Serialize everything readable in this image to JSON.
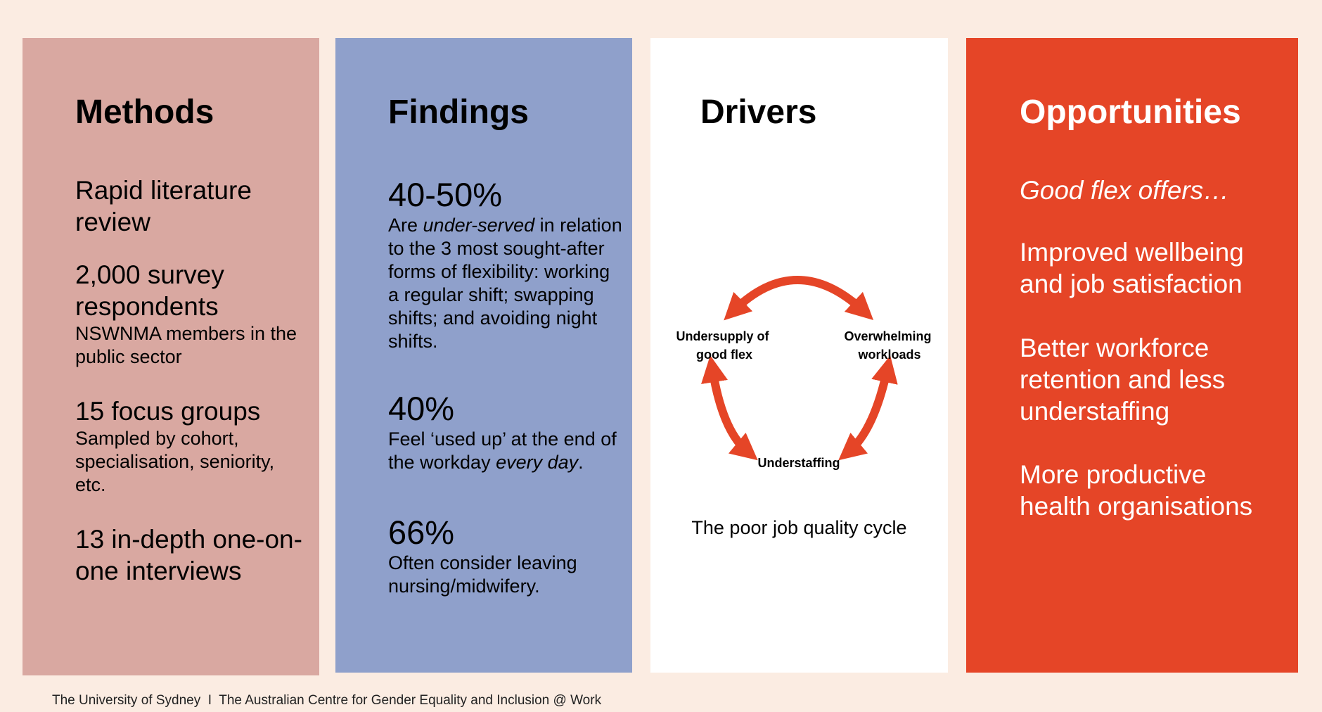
{
  "methods": {
    "title": "Methods",
    "items": [
      {
        "heading": "Rapid literature review",
        "detail": ""
      },
      {
        "heading": "2,000 survey respondents",
        "detail": "NSWNMA members in the public sector"
      },
      {
        "heading": "15 focus groups",
        "detail": "Sampled by cohort, specialisation, seniority, etc."
      },
      {
        "heading": "13 in-depth one-on-one interviews",
        "detail": ""
      }
    ]
  },
  "findings": {
    "title": "Findings",
    "stats": [
      {
        "value": "40-50%",
        "text_before": "Are ",
        "text_em": "under-served",
        "text_after": " in relation to the 3 most sought-after forms of flexibility: working a regular shift; swapping shifts; and avoiding night shifts."
      },
      {
        "value": "40%",
        "text_before": "Feel ‘used up’ at the end of the workday ",
        "text_em": "every day",
        "text_after": "."
      },
      {
        "value": "66%",
        "text_before": "Often consider leaving nursing/midwifery.",
        "text_em": "",
        "text_after": ""
      }
    ]
  },
  "drivers": {
    "title": "Drivers",
    "nodes": {
      "left_line1": "Undersupply of",
      "left_line2": "good flex",
      "right_line1": "Overwhelming",
      "right_line2": "workloads",
      "bottom": "Understaffing"
    },
    "caption": "The poor job quality cycle",
    "arrow_color": "#e54527"
  },
  "opportunities": {
    "title": "Opportunities",
    "intro": "Good flex offers…",
    "items": [
      "Improved wellbeing and job satisfaction",
      "Better workforce retention and less understaffing",
      "More productive health organisations"
    ]
  },
  "footer": {
    "text": "The University of Sydney  I  The Australian Centre for Gender Equality and Inclusion @ Work"
  },
  "colors": {
    "background": "#fbece2",
    "methods": "#d9a8a1",
    "findings": "#8fa0cb",
    "drivers": "#ffffff",
    "opportunities": "#e54527"
  }
}
